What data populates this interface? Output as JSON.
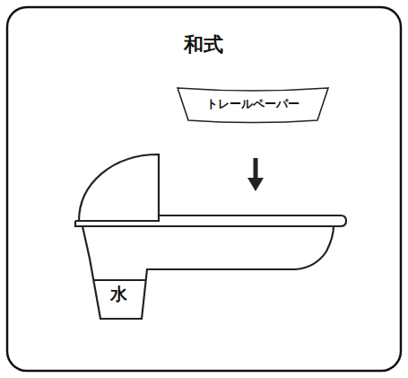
{
  "diagram": {
    "title": "和式",
    "nodes": [
      {
        "text": [
          "トレールペーパー"
        ]
      }
    ],
    "labels": [
      "水"
    ]
  }
}
